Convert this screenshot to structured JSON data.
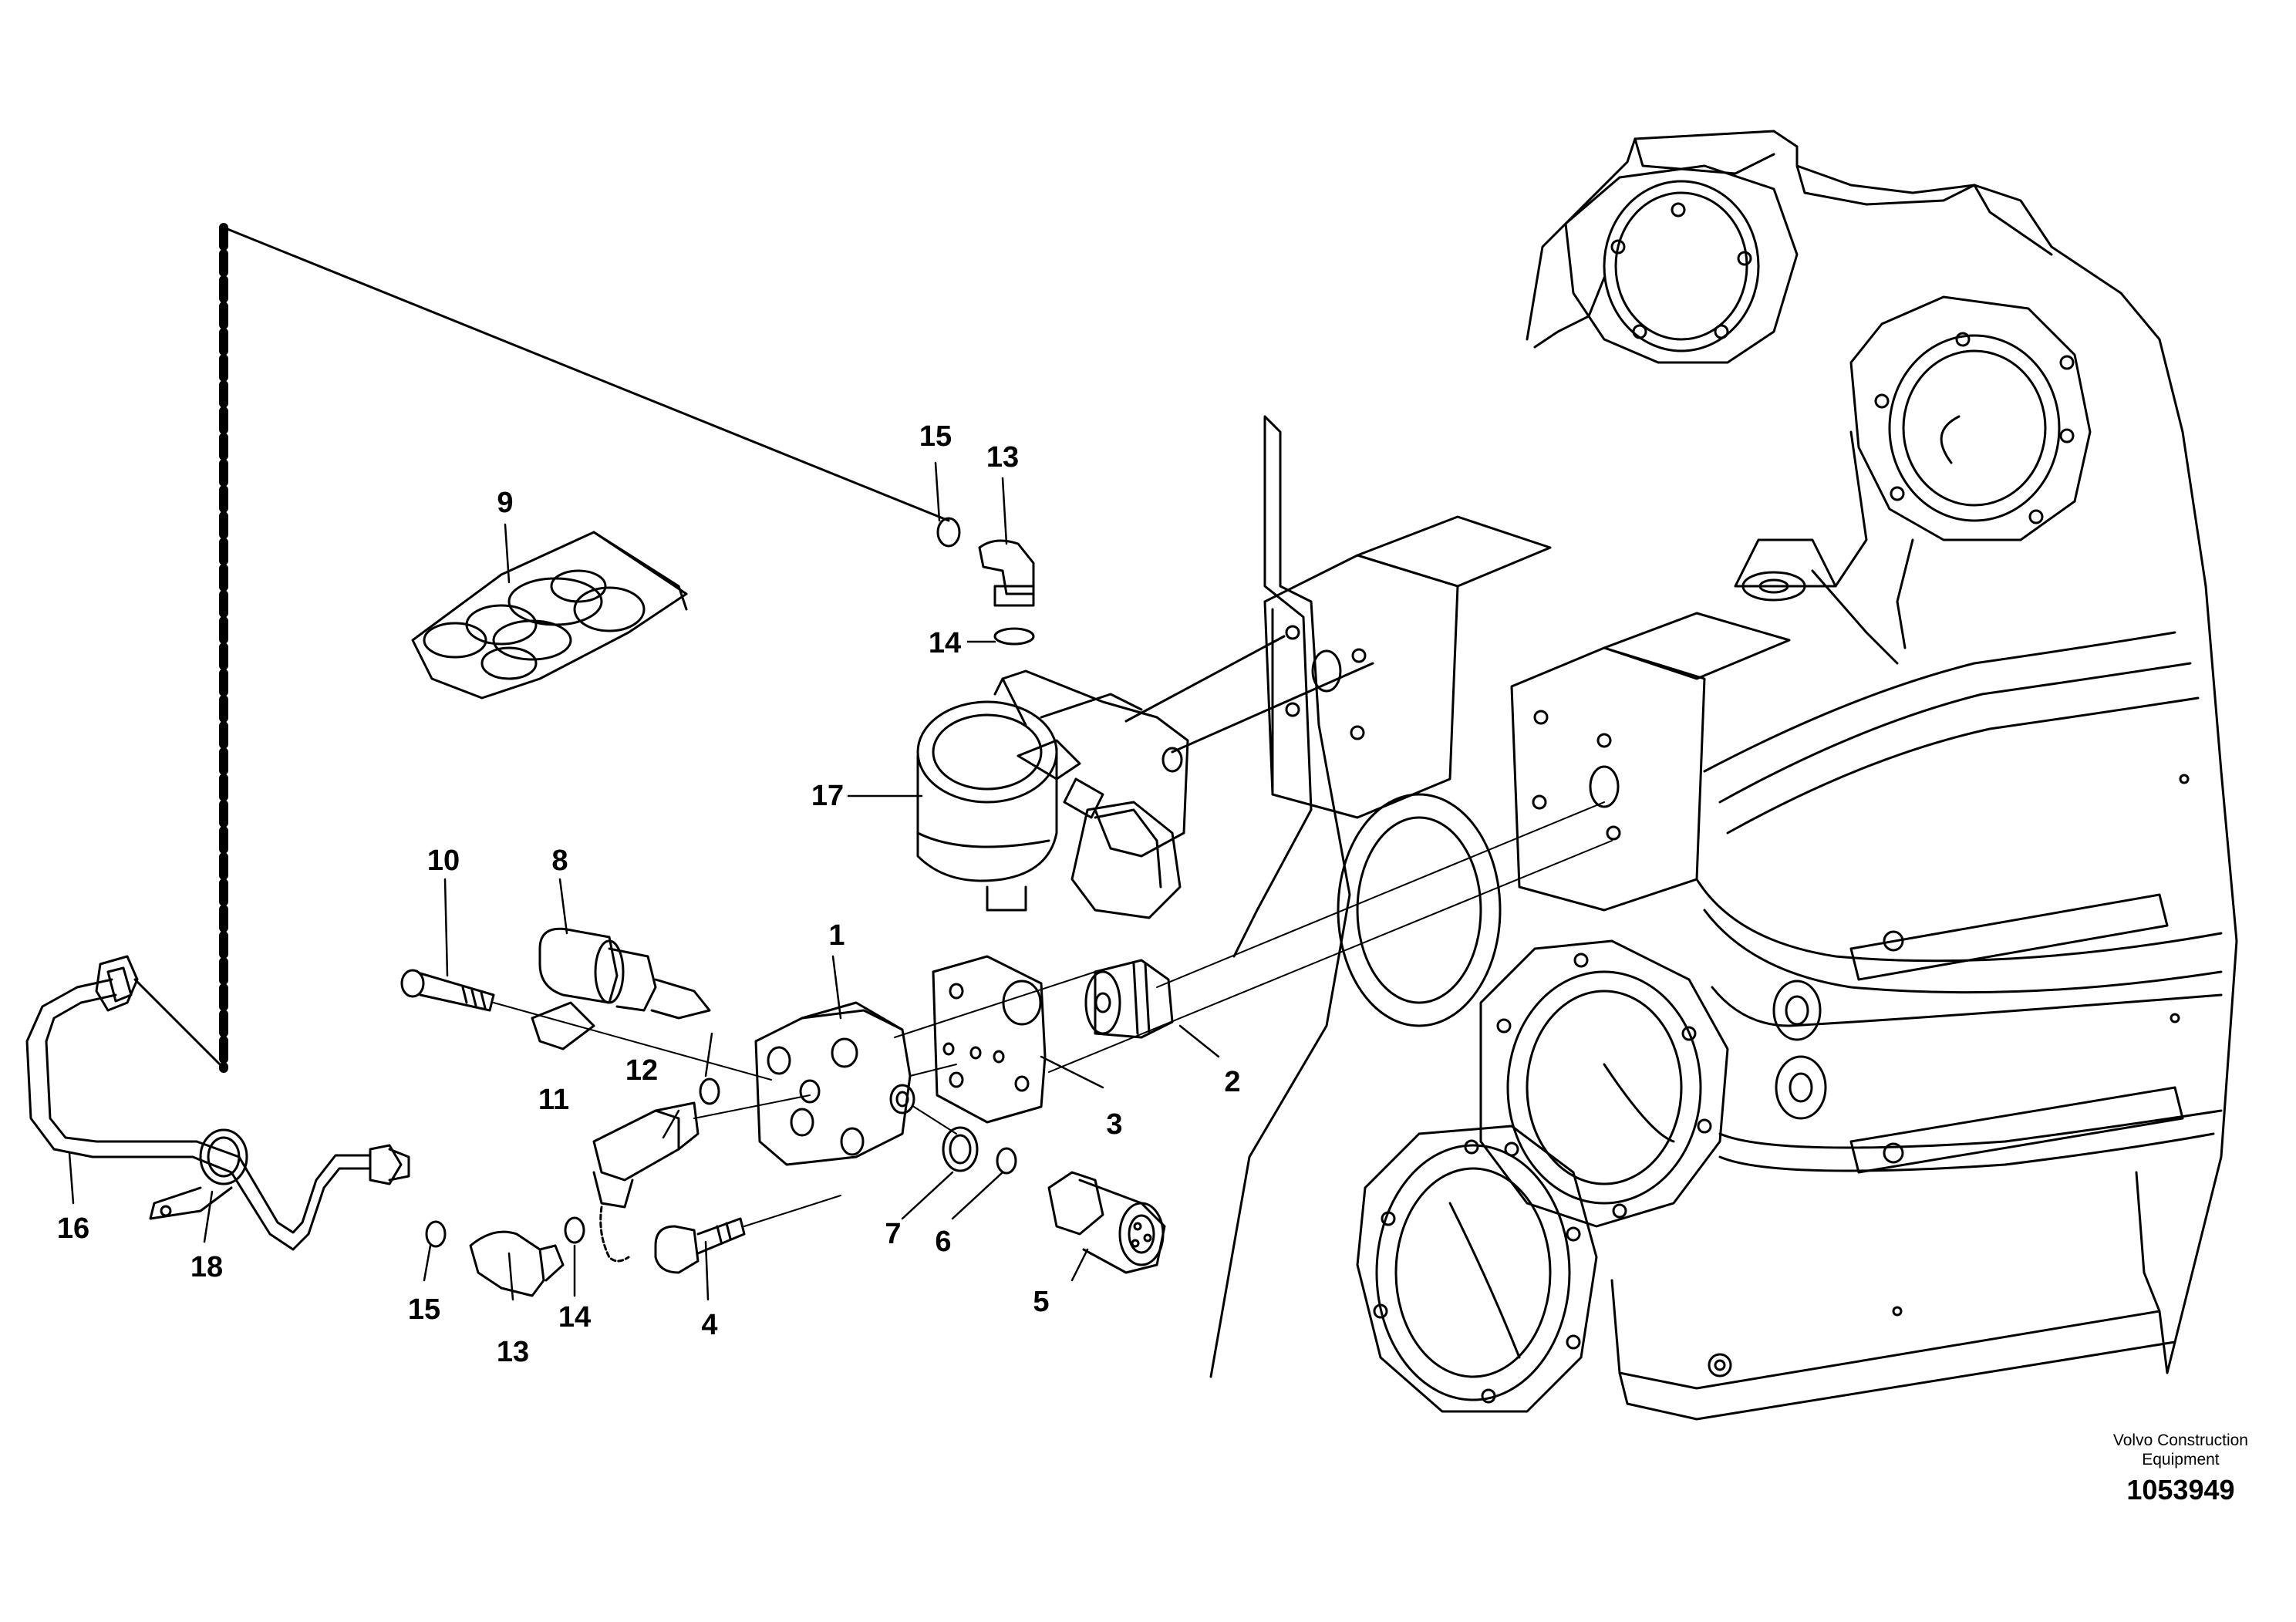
{
  "callouts": {
    "c1": "1",
    "c2": "2",
    "c3": "3",
    "c4": "4",
    "c5": "5",
    "c6": "6",
    "c7": "7",
    "c8": "8",
    "c9": "9",
    "c10": "10",
    "c11": "11",
    "c12": "12",
    "c13a": "13",
    "c13b": "13",
    "c14a": "14",
    "c14b": "14",
    "c15a": "15",
    "c15b": "15",
    "c16": "16",
    "c17": "17",
    "c18": "18"
  },
  "credit": {
    "line1": "Volvo Construction",
    "line2": "Equipment",
    "doc_number": "1053949"
  }
}
